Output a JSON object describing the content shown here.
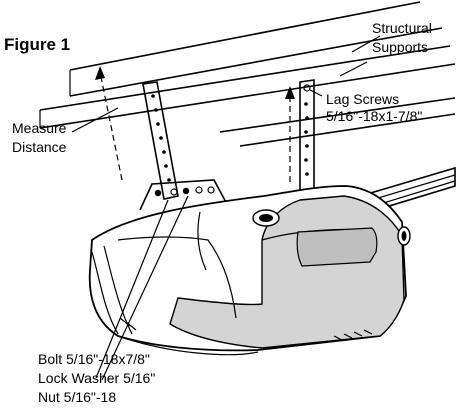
{
  "figure": {
    "title": "Figure 1",
    "labels": {
      "structural_supports_1": "Structural",
      "structural_supports_2": "Supports",
      "measure_1": "Measure",
      "measure_2": "Distance",
      "lag_1": "Lag Screws",
      "lag_2": "5/16\"-18x1-7/8\"",
      "bolt": "Bolt 5/16\"-18x7/8\"",
      "washer": "Lock Washer 5/16\"",
      "nut": "Nut 5/16\"-18"
    }
  }
}
